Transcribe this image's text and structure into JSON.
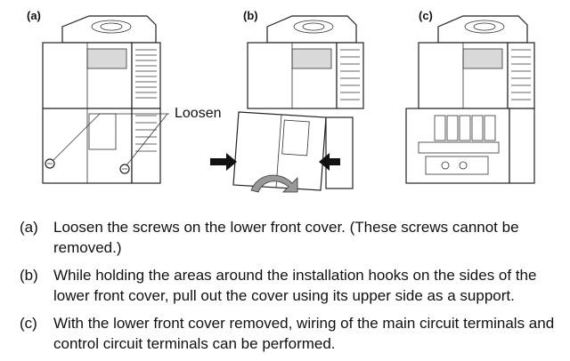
{
  "figure": {
    "panels": [
      {
        "label": "(a)"
      },
      {
        "label": "(b)"
      },
      {
        "label": "(c)"
      }
    ],
    "callout": "Loosen",
    "icons": [
      "screw-icon",
      "arrow-right-icon",
      "arrow-left-icon",
      "curved-arrow-icon"
    ]
  },
  "steps": [
    {
      "tag": "(a)",
      "text": "Loosen the screws on the lower front cover. (These screws cannot be removed.)"
    },
    {
      "tag": "(b)",
      "text": "While holding the areas around the installation hooks on the sides of the lower front cover, pull out the cover using its upper side as a support."
    },
    {
      "tag": "(c)",
      "text": "With the lower front cover removed, wiring of the main circuit terminals and control circuit terminals can be performed."
    }
  ]
}
